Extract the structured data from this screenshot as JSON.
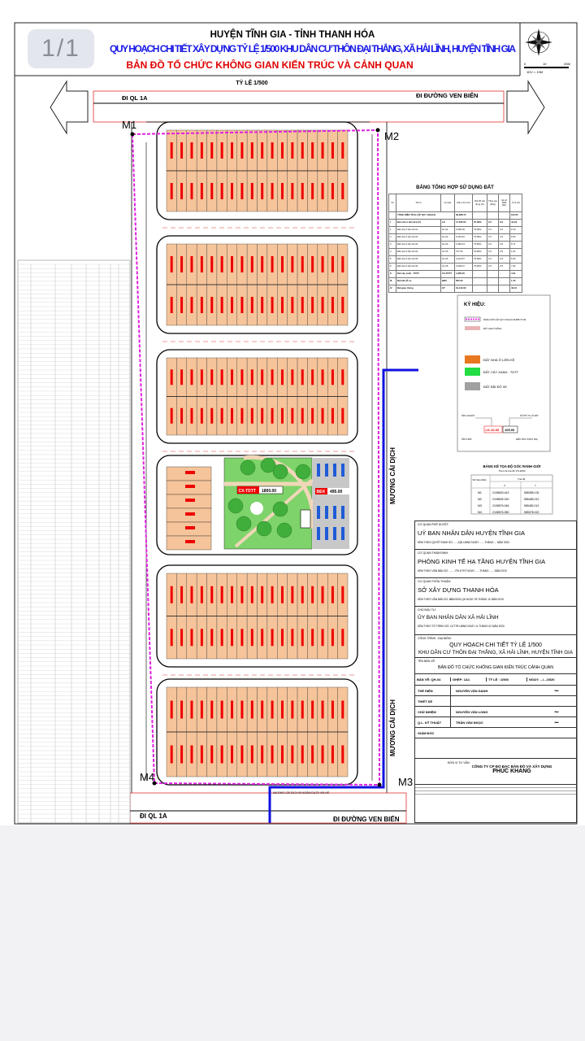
{
  "viewer": {
    "page_indicator": "1/1",
    "background": "#f2f2f4"
  },
  "header": {
    "line1": "HUYỆN TĨNH GIA - TỈNH THANH HÓA",
    "line2": "QUY HOẠCH CHI TIẾT XÂY DỰNG TỶ LỆ 1/500 KHU DÂN CƯ THÔN ĐẠI THẮNG, XÃ HẢI LĨNH, HUYỆN TĨNH GIA",
    "line3": "BẢN ĐỒ TỔ CHỨC KHÔNG GIAN KIẾN TRÚC VÀ CẢNH QUAN",
    "scale": "TỶ LỆ 1/500",
    "colors": {
      "line1": "#000000",
      "line2": "#1a1ae6",
      "line3": "#e00000"
    }
  },
  "compass": {
    "icon": "compass-rose-icon",
    "scale_labels": [
      "0",
      "10",
      "20M"
    ],
    "scale_note": "1DV = 10M"
  },
  "map": {
    "road_top_left": "ĐI QL 1A",
    "road_top_right": "ĐI ĐƯỜNG VEN BIỂN",
    "road_bottom_left": "ĐI QL 1A",
    "road_bottom_right": "ĐI ĐƯỜNG VEN BIỂN",
    "canal_label": "MƯƠNG CẢI DỊCH",
    "canal_note": "MƯƠNG CẢI DỊCH ĐI NGẦM DƯỚI VỈA HÈ",
    "markers": [
      "M1",
      "M2",
      "M3",
      "M4"
    ],
    "park_label": "CX-TDTT",
    "park_area": "1800.00",
    "parking_label": "BĐX",
    "parking_area": "495.00",
    "colors": {
      "housing": "#f6c49a",
      "green": "#7ed36b",
      "parking": "#c8c8c8",
      "boundary": "#e020e0",
      "canal": "#1010e0"
    }
  },
  "land_use_table": {
    "title": "BẢNG TỔNG HỢP SỬ DỤNG ĐẤT",
    "headers": [
      "Stt",
      "Tên lô",
      "Ký hiệu",
      "Diện tích (m2)",
      "Mật độ xây dựng (%)",
      "Tầng cao (tầng)",
      "Hệ số SDĐ (lần)",
      "Tỷ lệ (%)"
    ],
    "total": [
      "",
      "TỔNG DIỆN TÍCH LẬP QUY HOẠCH",
      "",
      "39,868.73",
      "",
      "",
      "",
      "100.00"
    ],
    "rows": [
      [
        "I",
        "Đất nhà ở liền kề (LK)",
        "LK",
        "17,555.64",
        "75-80%",
        "2.5",
        "2.8",
        "44.03"
      ],
      [
        "1",
        "Đất nhà ở liền kề 01",
        "LK-01",
        "3,595.00",
        "75-80%",
        "2.5",
        "2.8",
        "9.10"
      ],
      [
        "2",
        "Đất nhà ở liền kề 02",
        "LK-02",
        "3,494.62",
        "75-80%",
        "2.5",
        "2.8",
        "8.93"
      ],
      [
        "3",
        "Đất nhà ở liền kề 03",
        "LK-03",
        "3,465.43",
        "75-80%",
        "2.5",
        "2.8",
        "8.71"
      ],
      [
        "4",
        "Đất nhà ở liền kề 04",
        "LK-04",
        "747.93",
        "75-80%",
        "2.5",
        "2.8",
        "1.91"
      ],
      [
        "5",
        "Đất nhà ở liền kề 05",
        "LK-05",
        "3,222.87",
        "75-80%",
        "2.5",
        "2.8",
        "8.25"
      ],
      [
        "6",
        "Đất nhà ở liền kề 06",
        "LK-06",
        "3,099.67",
        "75-80%",
        "2.5",
        "2.8",
        "7.94"
      ],
      [
        "II",
        "Đất cây xanh - TDTT",
        "CX-TDTT",
        "1,800.00",
        "-",
        "-",
        "-",
        "4.61"
      ],
      [
        "III",
        "Đất bãi đỗ xe",
        "BĐX",
        "565.20",
        "-",
        "-",
        "-",
        "1.45"
      ],
      [
        "IV",
        "Đất giao thông",
        "GT",
        "19,142.90",
        "",
        "",
        "",
        "49.01"
      ]
    ]
  },
  "legend": {
    "title": "KÝ HIỆU:",
    "items": [
      {
        "label": "RANH GIỚI LẬP QUY HOẠCH 39,868.73 M2",
        "color": "#e020e0"
      },
      {
        "label": "ĐẤT GIAO THÔNG",
        "color": "#e8b4b4"
      },
      {
        "label": "ĐẤT NHÀ Ở LIỀN KỀ",
        "color": "#e87820"
      },
      {
        "label": "ĐẤT CÂY XANH - TDTT",
        "color": "#22dd44"
      },
      {
        "label": "ĐẤT BÃI ĐỖ XE",
        "color": "#a0a0a0"
      }
    ],
    "sample": {
      "code": "LK-10.05",
      "area": "105.00",
      "callouts": [
        "TÊN LOẠI ĐẤT",
        "SỐ THỨ TỰ LÔ ĐẤT",
        "TÊN Ô ĐẤT",
        "DIỆN TÍCH LÔ ĐẤT (M2)"
      ]
    }
  },
  "coords_table": {
    "title": "BẢNG KÊ TỌA ĐỘ GÓC RANH GIỚI",
    "subtitle": "Theo hệ tọa độ VN-2000",
    "headers": [
      "Số hiệu điểm",
      "Tọa độ",
      "X",
      "Y"
    ],
    "rows": [
      [
        "M1",
        "2108603.443",
        "585385.130"
      ],
      [
        "M2",
        "2108605.150",
        "585485.012"
      ],
      [
        "M3",
        "2108576.046",
        "585482.012"
      ],
      [
        "M4",
        "2108576.350",
        "585378.022"
      ]
    ]
  },
  "title_block": {
    "sections": [
      {
        "label": "CƠ QUAN PHÊ DUYỆT:",
        "value": "UỶ BAN NHÂN DÂN HUYỆN TĨNH GIA",
        "note": "KÈM THEO QUYẾT ĐỊNH SỐ: ....../QĐ-UBND NGÀY ...... THÁNG ... NĂM 2020"
      },
      {
        "label": "CƠ QUAN THẨM ĐỊNH:",
        "value": "PHÒNG KINH TẾ HẠ TẦNG HUYỆN TĨNH GIA",
        "note": "KÈM THEO VĂN BẢN SỐ: ......../TĐ-KTHT NGÀY ......THÁNG ...... NĂM 2020"
      },
      {
        "label": "CƠ QUAN THỎA THUẬN:",
        "value": "SỞ XÂY DỰNG THANH HÓA",
        "note": "KÈM THEO VĂN BẢN SỐ: 8884/SXD-QH NGÀY 25 THÁNG 10 NĂM 2019"
      },
      {
        "label": "CHỦ ĐẦU TƯ:",
        "value": "ỦY BAN NHÂN DÂN XÃ HẢI LĨNH",
        "note": "KÈM THEO TỜ TRÌNH SỐ: 11/TTR-UBND NGÀY 11 THÁNG 02 NĂM 2020"
      }
    ],
    "project_label": "CÔNG TRÌNH - ĐỊA ĐIỂM:",
    "project_line1": "QUY HOẠCH CHI TIẾT TỶ LỆ 1/500",
    "project_line2": "KHU DÂN CƯ THÔN ĐẠI THẮNG, XÃ HẢI LĨNH, HUYỆN TĨNH GIA",
    "drawing_label": "TÊN BẢN VẼ:",
    "drawing_name": "BẢN ĐỒ TỔ CHỨC KHÔNG GIAN KIẾN TRÚC CẢNH QUAN",
    "meta": [
      "BẢN VẼ: QH-04",
      "GHÉP: 1A1",
      "TỶ LỆ : 1/500",
      "NGÀY: .../.../2020"
    ],
    "staff": [
      {
        "role": "THỂ HIỆN",
        "name": "NGUYỄN VĂN DANH"
      },
      {
        "role": "THIẾT KẾ",
        "name": ""
      },
      {
        "role": "CHỦ NHIỆM",
        "name": "NGUYỄN VĂN LONG"
      },
      {
        "role": "Q.L. KỸ THUẬT",
        "name": "TRẦN VĂN NGỌC"
      },
      {
        "role": "GIÁM ĐỐC",
        "name": ""
      }
    ],
    "consultant_label": "ĐƠN VỊ TƯ VẤN:",
    "consultant_line1": "CÔNG TY CP ĐO ĐẠC BẢN ĐỒ VÀ XÂY DỰNG",
    "consultant_line2": "PHÚC KHANG"
  }
}
